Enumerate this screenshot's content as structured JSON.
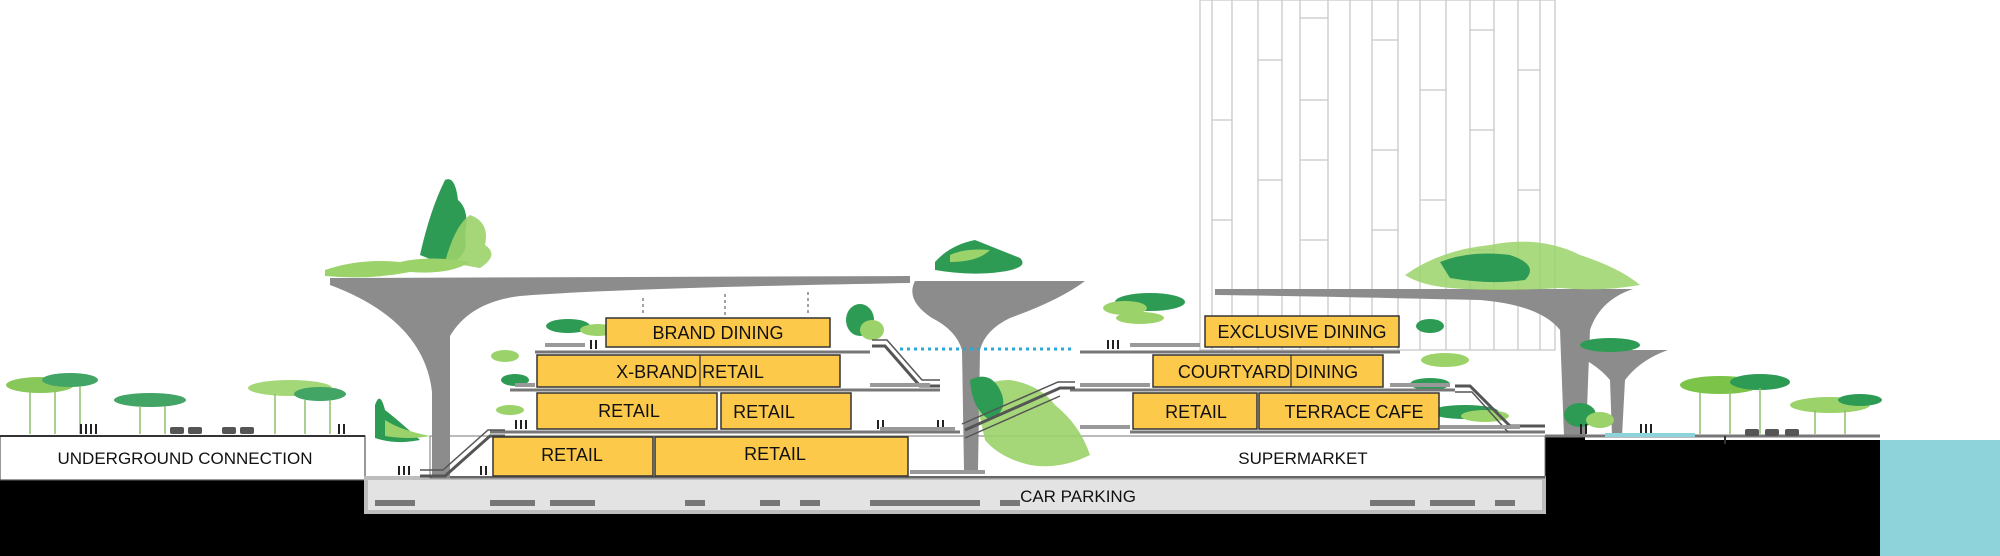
{
  "zones": {
    "underground": "UNDERGROUND CONNECTION",
    "supermarket": "SUPERMARKET",
    "parking": "CAR PARKING"
  },
  "units": {
    "brand_dining": "BRAND DINING",
    "xbrand_retail": "X-BRAND RETAIL",
    "retail_l2_a": "RETAIL",
    "retail_l2_b": "RETAIL",
    "retail_l1_a": "RETAIL",
    "retail_l1_b": "RETAIL",
    "exclusive_dining": "EXCLUSIVE DINING",
    "courtyard_dining": "COURTYARD DINING",
    "retail_right": "RETAIL",
    "terrace_cafe": "TERRACE CAFE"
  },
  "colors": {
    "unit_fill": "#fcc94a",
    "unit_stroke": "#333333",
    "canopy": "#8c8c8c",
    "ground": "#000000",
    "water": "#8fd3da",
    "greenery_dark": "#2e9b55",
    "greenery_light": "#9bd36a",
    "tower_line": "#c8c8c8",
    "bridge": "#2aa9d9"
  }
}
